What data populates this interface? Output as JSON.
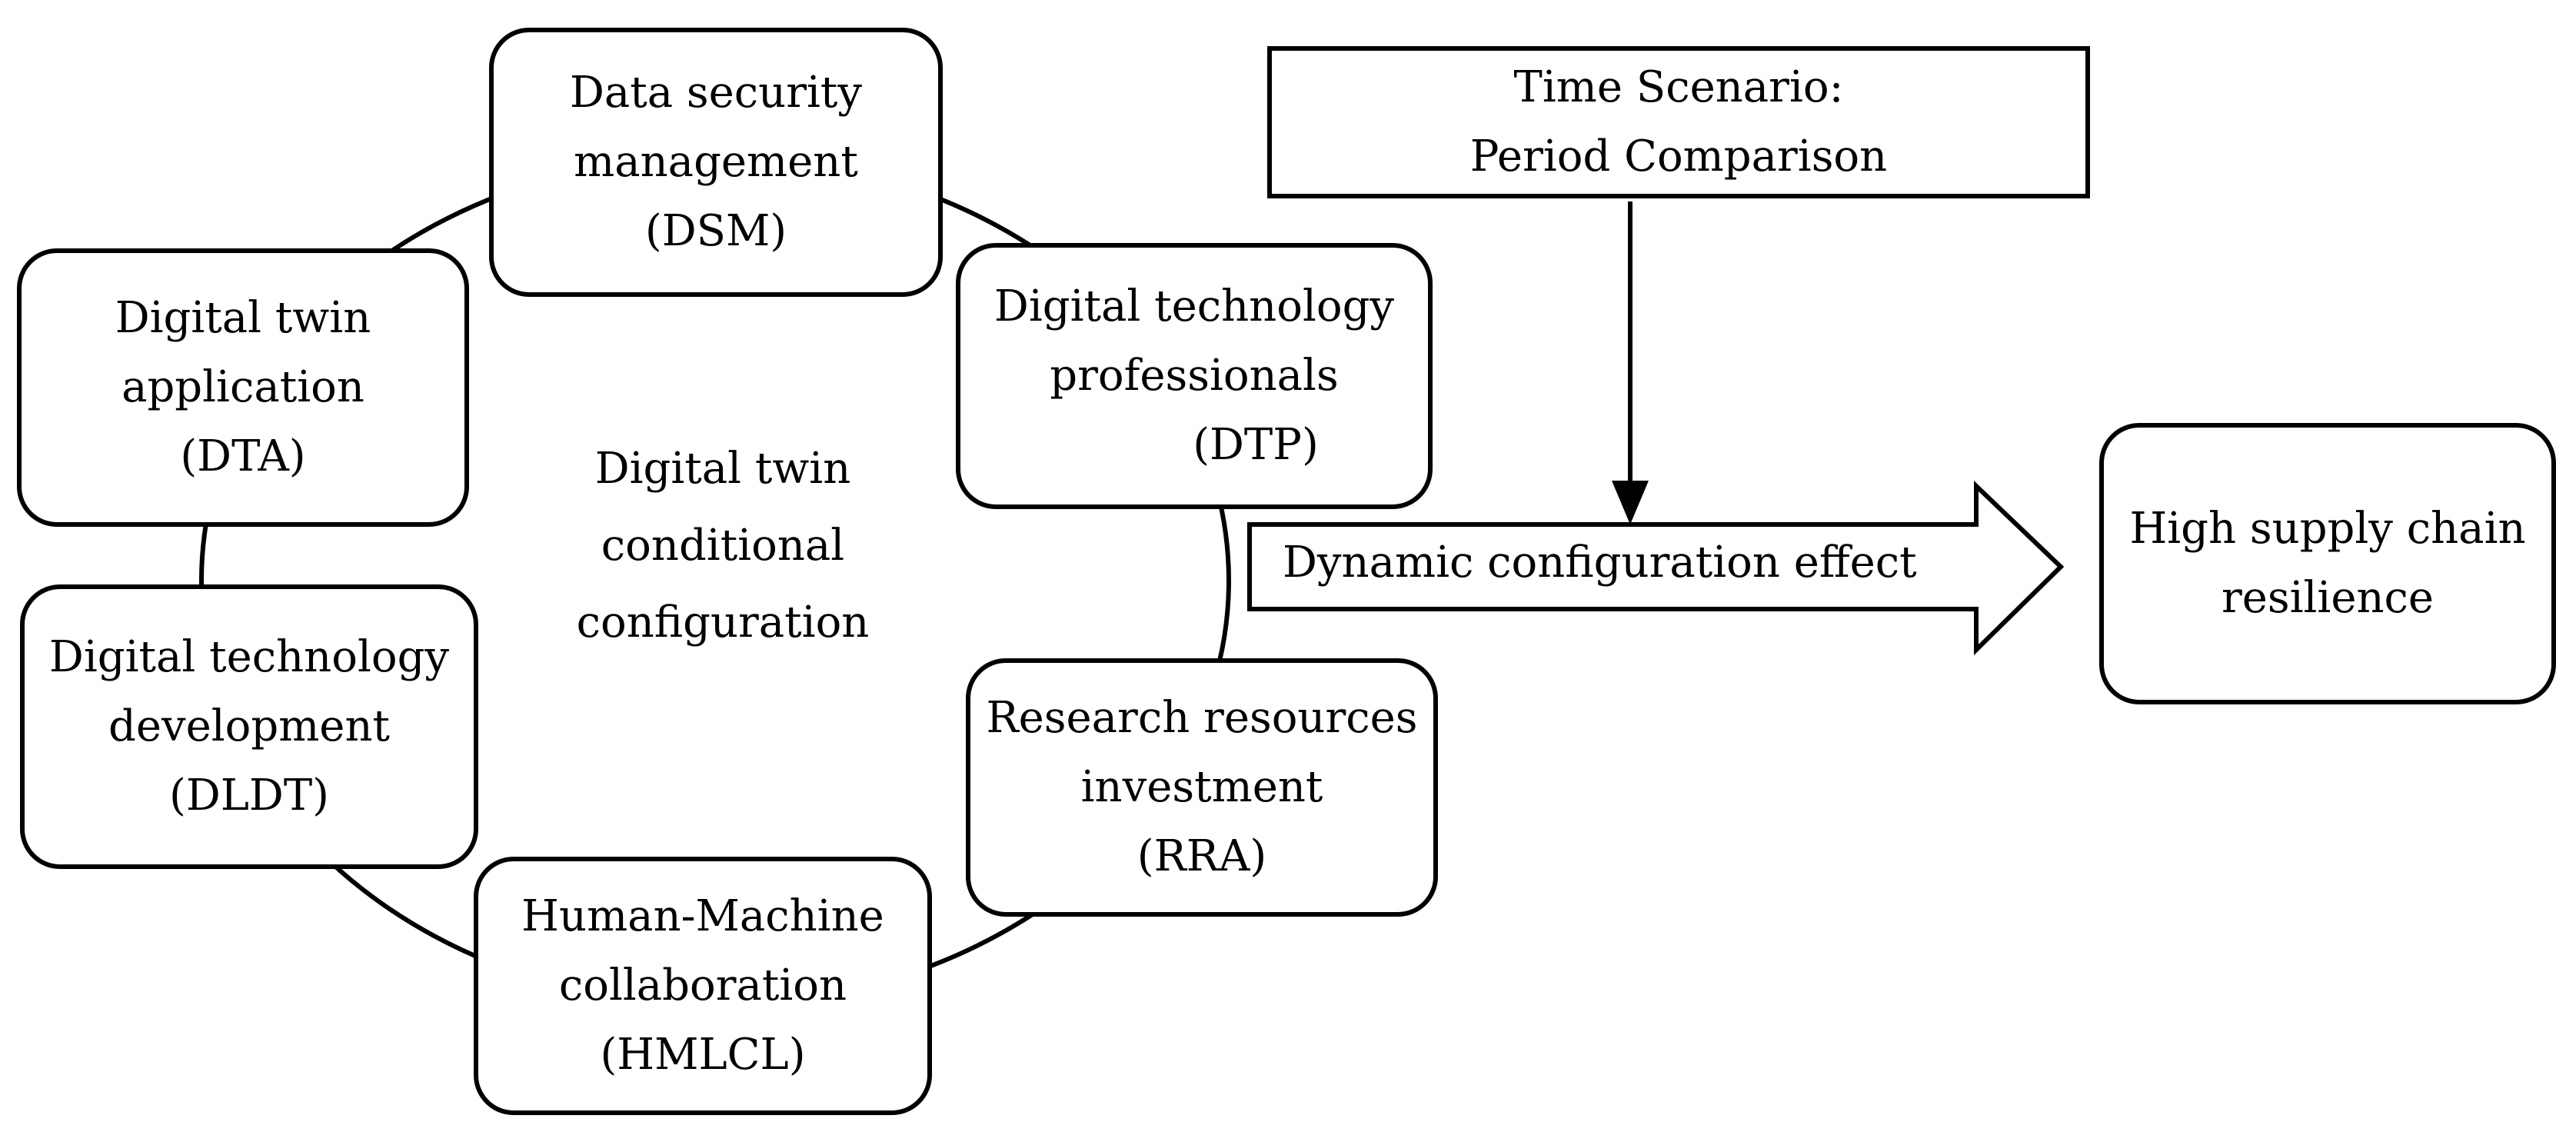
{
  "nodes": {
    "dsm": {
      "lines": [
        "Data security",
        "management",
        "(DSM)"
      ]
    },
    "dta": {
      "lines": [
        "Digital twin",
        "application",
        "(DTA)"
      ]
    },
    "dtp": {
      "lines": [
        "Digital technology",
        "professionals",
        "(DTP)"
      ]
    },
    "dldt": {
      "lines": [
        "Digital technology",
        "development",
        "(DLDT)"
      ]
    },
    "rra": {
      "lines": [
        "Research resources",
        "investment",
        "(RRA)"
      ]
    },
    "hmlcl": {
      "lines": [
        "Human-Machine",
        "collaboration",
        "(HMLCL)"
      ]
    }
  },
  "center": {
    "lines": [
      "Digital twin",
      "conditional",
      "configuration"
    ]
  },
  "time_scenario": {
    "lines": [
      "Time Scenario:",
      "Period Comparison"
    ]
  },
  "effect_arrow": {
    "label": "Dynamic configuration effect"
  },
  "outcome": {
    "lines": [
      "High supply chain",
      "resilience"
    ]
  }
}
